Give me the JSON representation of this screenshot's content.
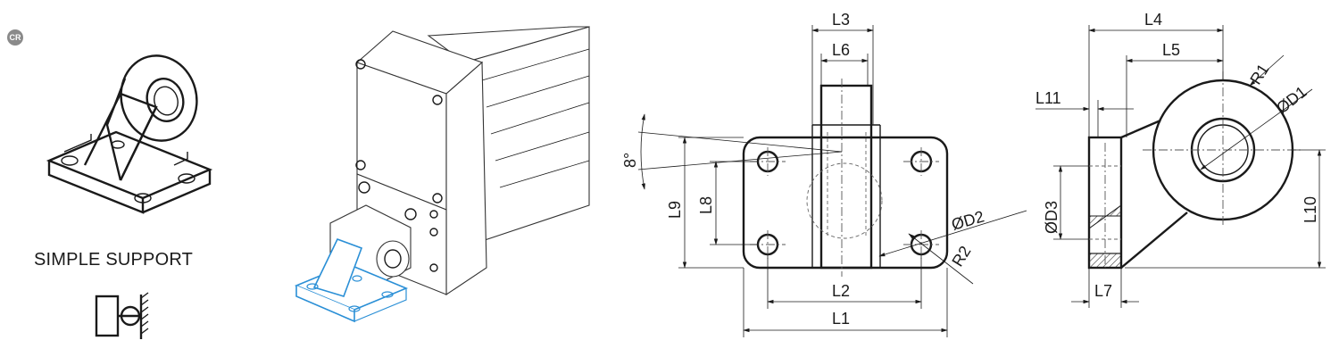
{
  "badge": "CR",
  "caption": "SIMPLE SUPPORT",
  "dimensions": {
    "L1": "L1",
    "L2": "L2",
    "L3": "L3",
    "L4": "L4",
    "L5": "L5",
    "L6": "L6",
    "L7": "L7",
    "L8": "L8",
    "L9": "L9",
    "L10": "L10",
    "L11": "L11",
    "R1": "R1",
    "R2": "R2",
    "D1": "ØD1",
    "D2": "ØD2",
    "D3": "ØD3",
    "angle": "8°"
  },
  "colors": {
    "highlight": "#2a8fd6",
    "line": "#1a1a1a",
    "badge": "#8a8a8a"
  }
}
